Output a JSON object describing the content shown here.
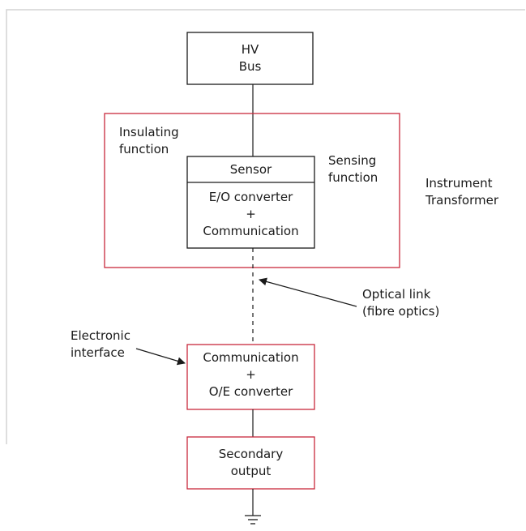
{
  "hv_bus": {
    "line1": "HV",
    "line2": "Bus"
  },
  "instrument_transformer": {
    "line1": "Instrument",
    "line2": "Transformer"
  },
  "insulating": {
    "line1": "Insulating",
    "line2": "function"
  },
  "sensing": {
    "line1": "Sensing",
    "line2": "function"
  },
  "sensor": {
    "label": "Sensor"
  },
  "eo_block": {
    "line1": "E/O converter",
    "line2": "+",
    "line3": "Communication"
  },
  "optical_link": {
    "line1": "Optical link",
    "line2": "(fibre optics)"
  },
  "electronic_interface": {
    "line1": "Electronic",
    "line2": "interface"
  },
  "oe_block": {
    "line1": "Communication",
    "line2": "+",
    "line3": "O/E converter"
  },
  "secondary": {
    "line1": "Secondary",
    "line2": "output"
  },
  "colors": {
    "accent_red": "#c8283c",
    "frame_grey": "#d4d4d4",
    "ink": "#1a1a1a"
  },
  "icons": {
    "ground": "ground-symbol-icon",
    "arrow": "arrowhead-icon"
  }
}
